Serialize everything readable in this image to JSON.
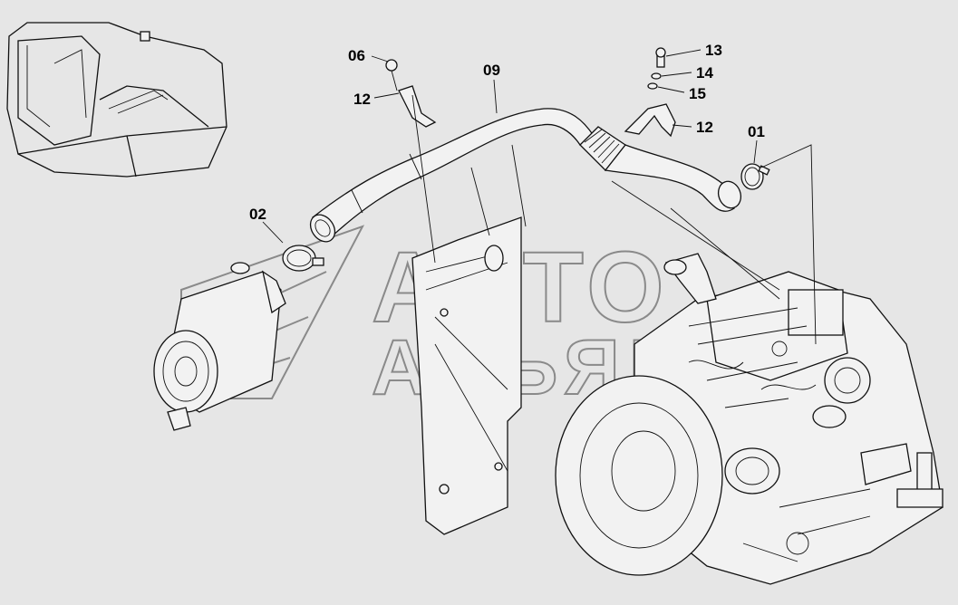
{
  "watermark": {
    "line1": "АВТО",
    "line2": "АЛЬЯНС"
  },
  "callouts": [
    {
      "id": "01",
      "text": "01"
    },
    {
      "id": "02",
      "text": "02"
    },
    {
      "id": "06",
      "text": "06"
    },
    {
      "id": "09",
      "text": "09"
    },
    {
      "id": "12a",
      "text": "12"
    },
    {
      "id": "12b",
      "text": "12"
    },
    {
      "id": "13",
      "text": "13"
    },
    {
      "id": "14",
      "text": "14"
    },
    {
      "id": "15",
      "text": "15"
    }
  ]
}
